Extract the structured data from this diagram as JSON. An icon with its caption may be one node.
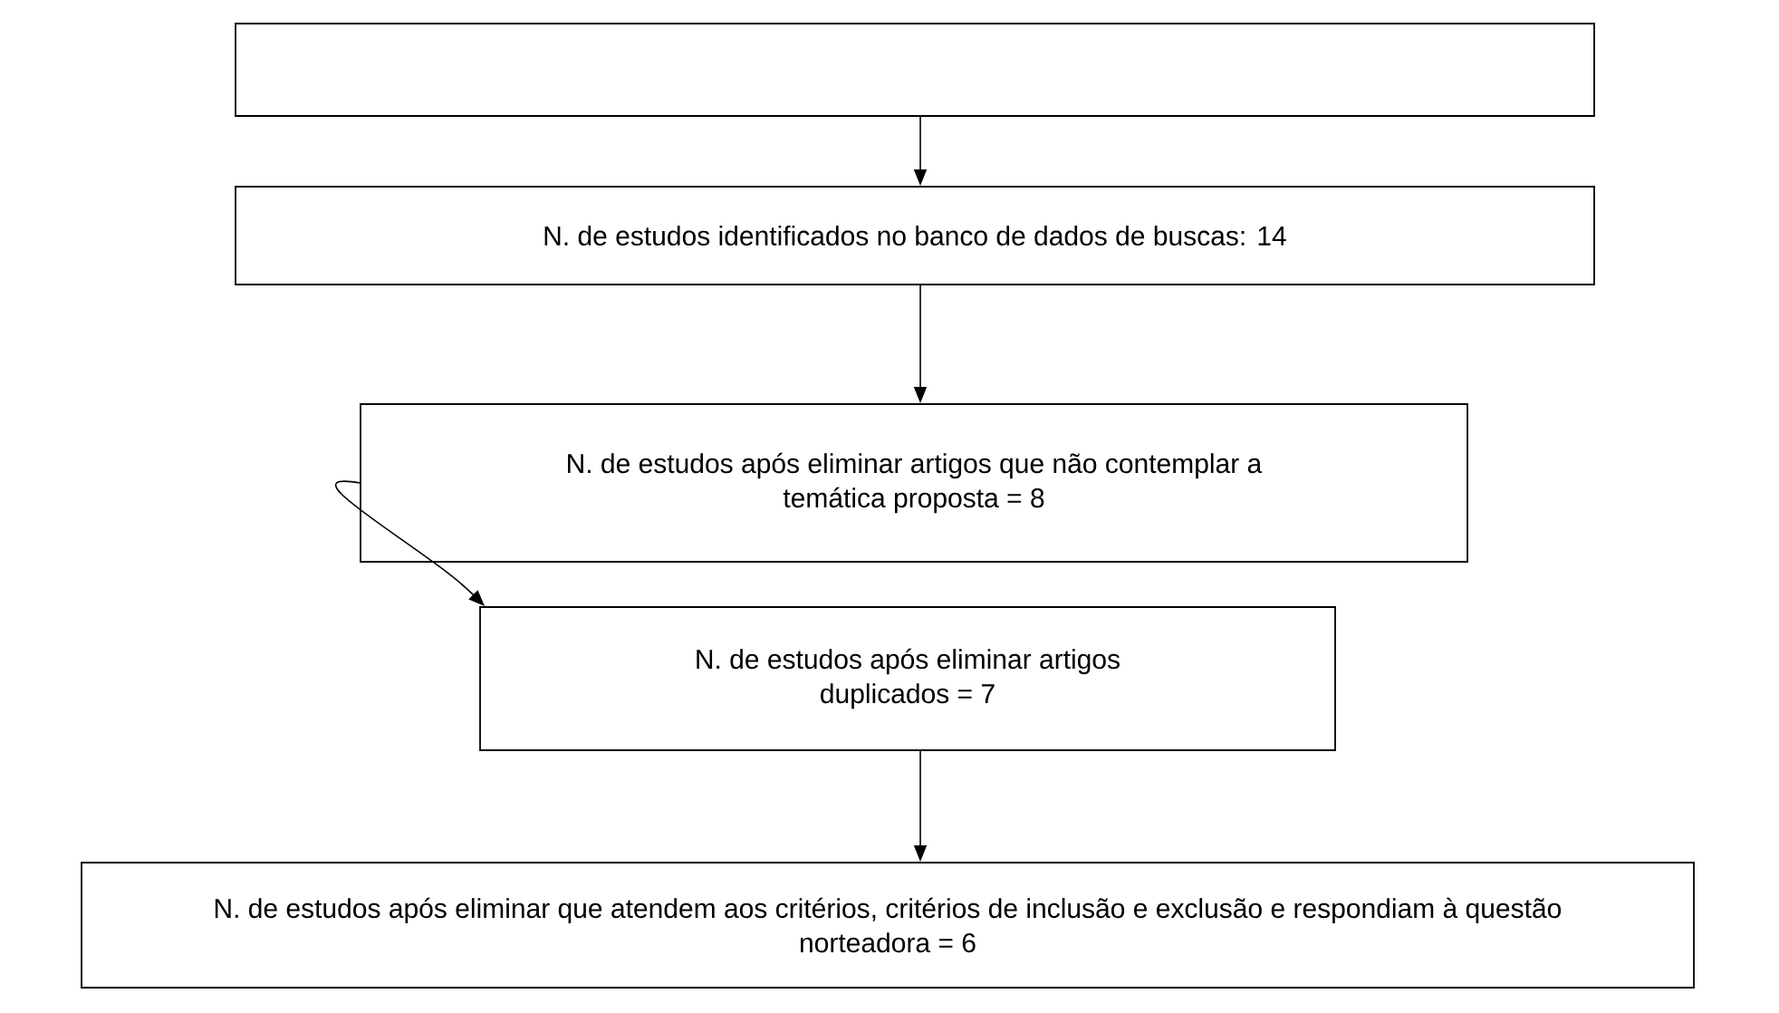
{
  "diagram": {
    "nodes": [
      {
        "text": [],
        "shape": "box"
      },
      {
        "text": [
          "N. de estudos identificados no banco de dados de buscas: 14"
        ]
      },
      {
        "text": [
          "N. de estudos após eliminar artigos que não contemplar a temática proposta = 8"
        ]
      },
      {
        "text": [
          "N. de estudos após eliminar artigos duplicados = 7"
        ]
      },
      {
        "text": [
          "N. de estudos após eliminar que atendem aos critérios, critérios de inclusão e exclusão e respondiam à questão norteadora = 6"
        ]
      }
    ],
    "edges": [
      {
        "from": 0,
        "to": 1,
        "arrow": "to"
      },
      {
        "from": 1,
        "to": 2,
        "arrow": "to"
      },
      {
        "from": 2,
        "to": 3,
        "arrow": "to"
      },
      {
        "from": 3,
        "to": 4,
        "arrow": "to"
      }
    ]
  }
}
